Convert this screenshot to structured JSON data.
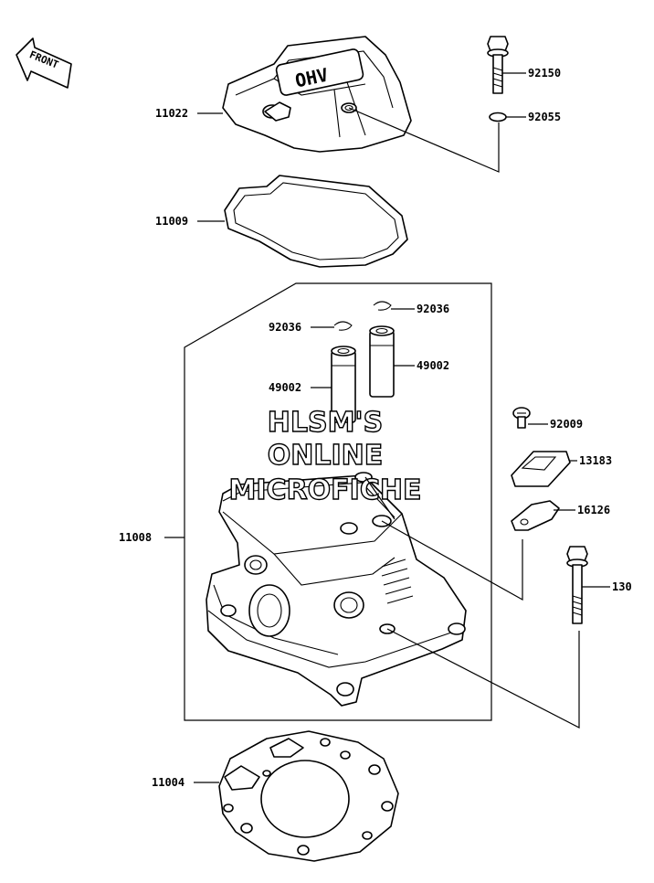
{
  "front_arrow": {
    "text": "FRONT"
  },
  "cover_logo": "OHV",
  "watermark": {
    "line1": "HLSM'S",
    "line2": "ONLINE",
    "line3": "MICROFICHE"
  },
  "parts": {
    "p11022": "11022",
    "p11009": "11009",
    "p11008": "11008",
    "p11004": "11004",
    "p92150": "92150",
    "p92055": "92055",
    "p92036a": "92036",
    "p92036b": "92036",
    "p49002a": "49002",
    "p49002b": "49002",
    "p92009": "92009",
    "p13183": "13183",
    "p16126": "16126",
    "p130": "130"
  }
}
